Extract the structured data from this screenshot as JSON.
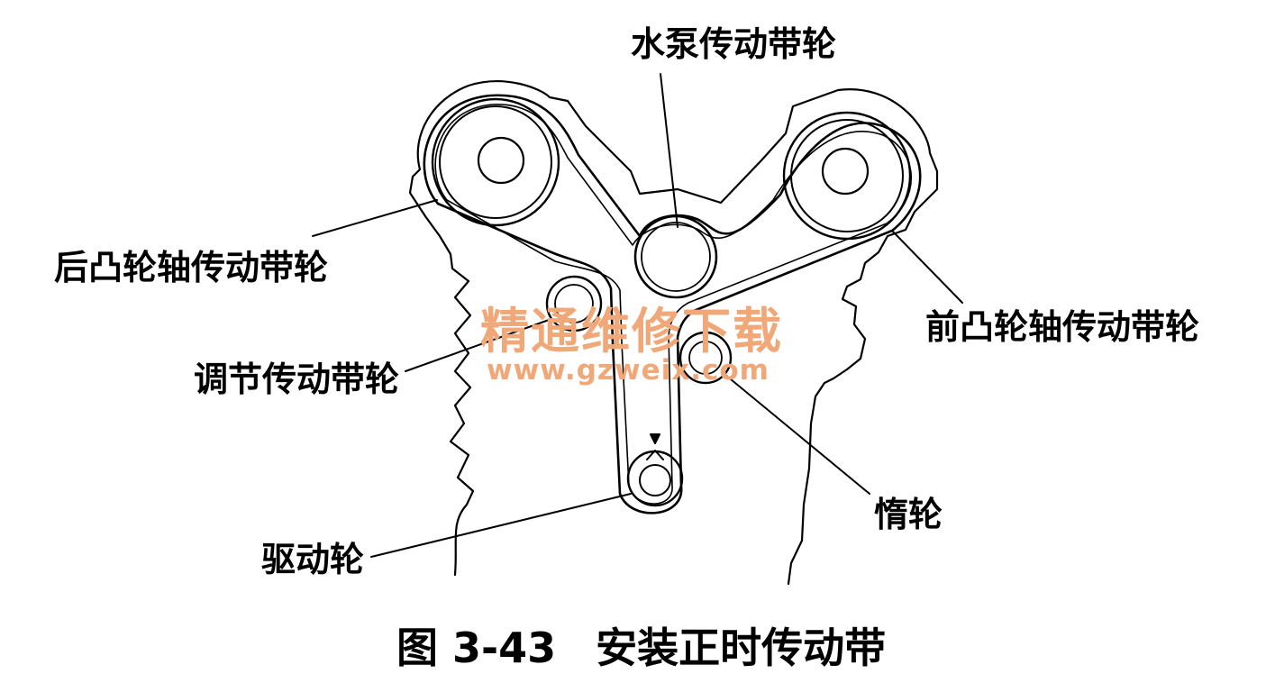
{
  "labels": {
    "water_pump": "水泵传动带轮",
    "rear_camshaft": "后凸轮轴传动带轮",
    "front_camshaft": "前凸轮轴传动带轮",
    "tensioner": "调节传动带轮",
    "idler": "惰轮",
    "drive_pulley": "驱动轮"
  },
  "caption": {
    "number": "图 3-43",
    "title": "安装正时传动带"
  },
  "watermark": {
    "cn": "精通维修下载",
    "url": "www.gzweix.com",
    "color": "#f0a878"
  }
}
